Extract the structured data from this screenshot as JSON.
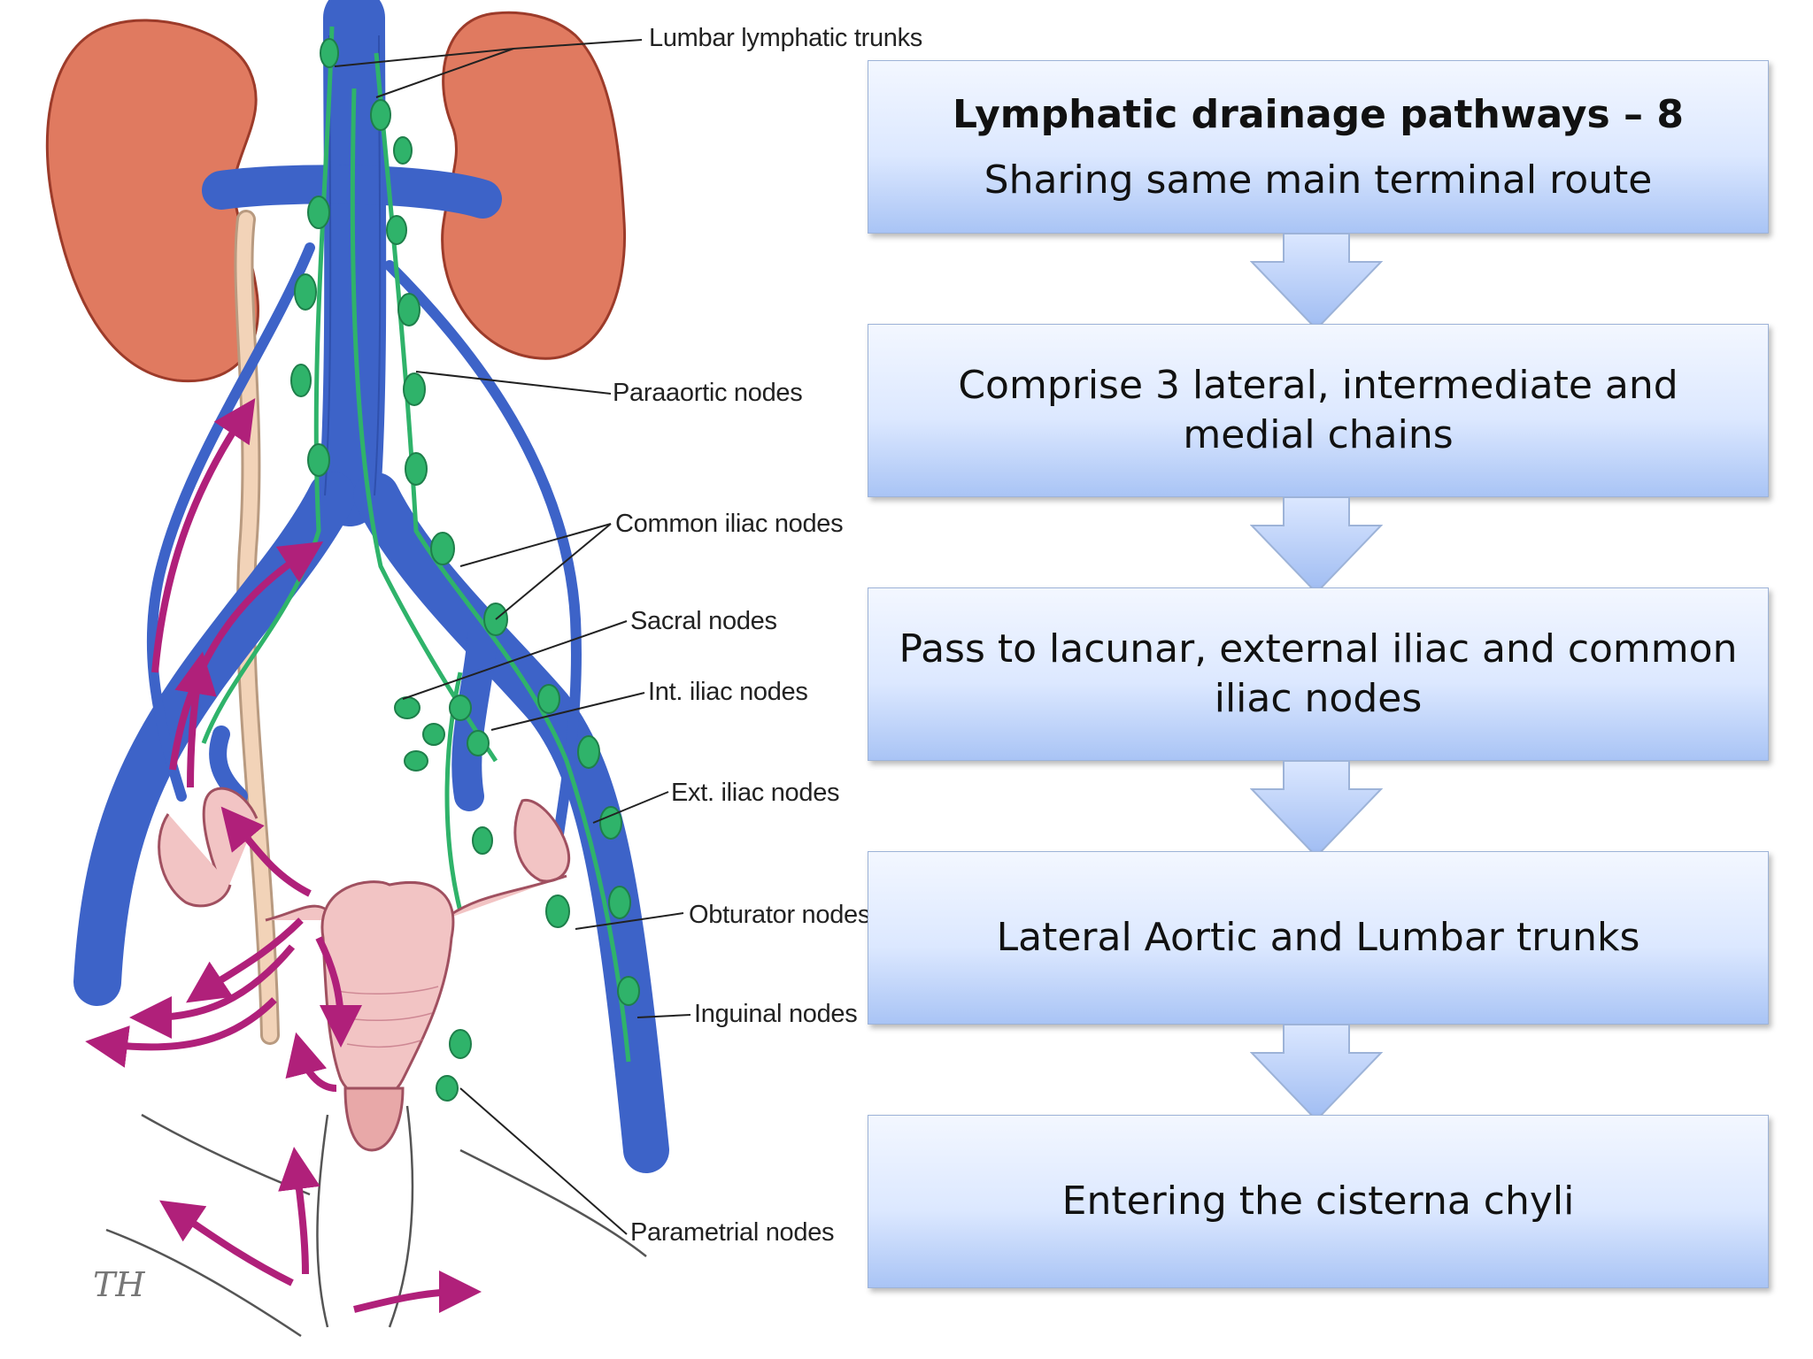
{
  "labels": {
    "lumbar_trunks": "Lumbar lymphatic trunks",
    "paraaortic": "Paraaortic nodes",
    "common_iliac": "Common iliac nodes",
    "sacral": "Sacral nodes",
    "int_iliac": "Int. iliac nodes",
    "ext_iliac": "Ext. iliac nodes",
    "obturator": "Obturator nodes",
    "inguinal": "Inguinal nodes",
    "parametrial": "Parametrial nodes",
    "signature": "TH"
  },
  "flow": {
    "title": "Lymphatic drainage pathways – 8",
    "subtitle": "Sharing same main terminal route",
    "steps": [
      "Comprise 3 lateral, intermediate and medial chains",
      "Pass to lacunar, external iliac and common iliac nodes",
      "Lateral Aortic and Lumbar trunks",
      "Entering the cisterna chyli"
    ]
  },
  "colors": {
    "kidney": "#e07a60",
    "vein": "#3d63c8",
    "lymph_node": "#2fb36a",
    "organ": "#f2c4c4",
    "arrow_magenta": "#b0207a",
    "box_top": "#f3f7ff",
    "box_bottom": "#a9c4f5"
  }
}
